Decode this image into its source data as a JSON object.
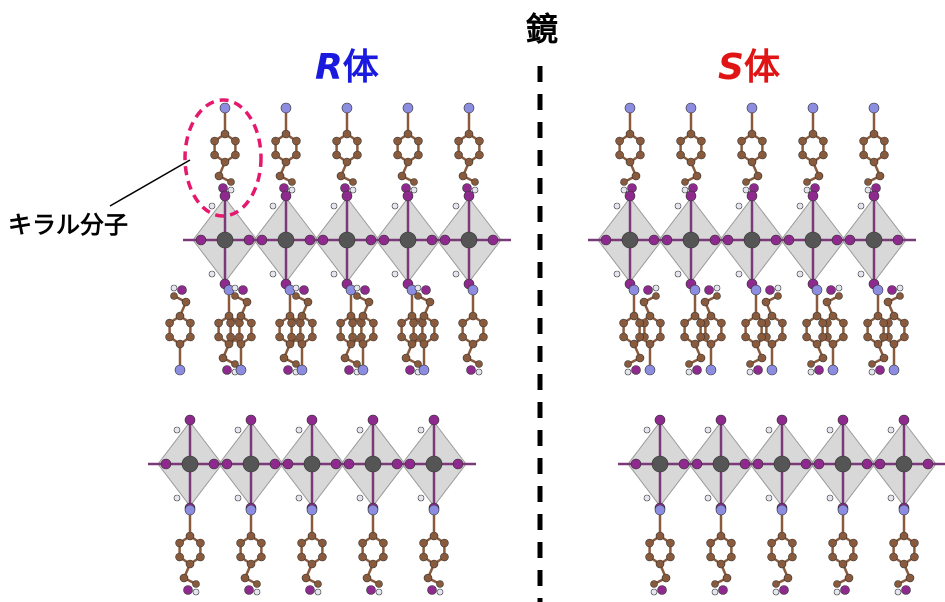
{
  "labels": {
    "r_title": {
      "letter": "R",
      "suffix": "体"
    },
    "s_title": {
      "letter": "S",
      "suffix": "体"
    },
    "mirror": "鏡",
    "chiral_molecule": "キラル分子"
  },
  "colors": {
    "r_title": "#1a1adf",
    "s_title": "#e01414",
    "mirror_line": "#000000",
    "highlight_ellipse": "#e6186e",
    "carbon": "#8a5a3c",
    "nitrogen": "#8c8ce0",
    "iodine": "#8e2a8e",
    "lead": "#555555",
    "octahedron": "#c8c8c8",
    "hydrogen": "#e6e6f0"
  },
  "structure": {
    "description_free": true,
    "atom_types": [
      "carbon-atom",
      "nitrogen-atom",
      "iodine-atom",
      "lead-atom",
      "hydrogen-atom"
    ],
    "layers_per_panel": 2,
    "octahedra_per_layer": 5
  }
}
